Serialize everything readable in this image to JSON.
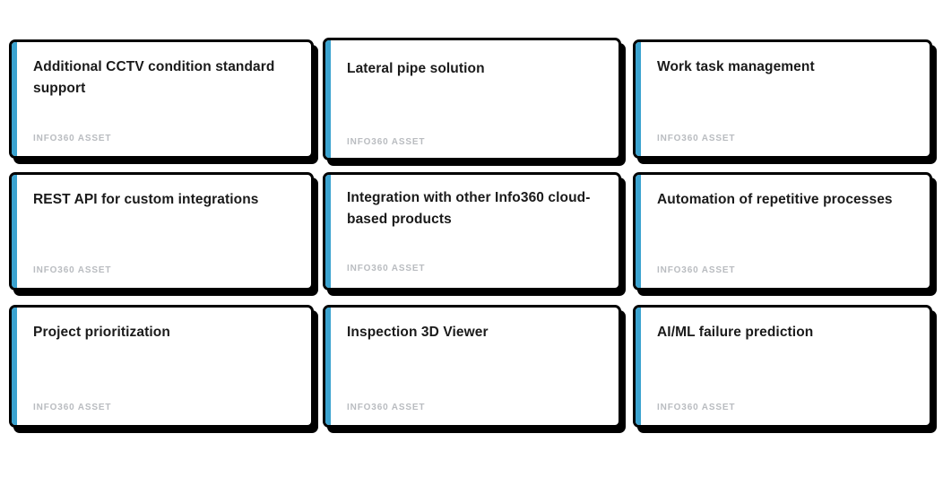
{
  "board": {
    "background_color": "#ffffff",
    "accent_color": "#3ba3d0",
    "border_color": "#000000",
    "title_color": "#1a1a1a",
    "label_color": "#b9bcc0",
    "columns": 3,
    "rows": 3
  },
  "cards": [
    {
      "title": "Additional CCTV condition standard support",
      "label": "INFO360 ASSET",
      "column": 0,
      "row": 0
    },
    {
      "title": "Lateral pipe solution",
      "label": "INFO360 ASSET",
      "column": 1,
      "row": 0
    },
    {
      "title": "Work task management",
      "label": "INFO360 ASSET",
      "column": 2,
      "row": 0
    },
    {
      "title": "REST API for custom integrations",
      "label": "INFO360 ASSET",
      "column": 0,
      "row": 1
    },
    {
      "title": "Integration with other Info360 cloud-based products",
      "label": "INFO360 ASSET",
      "column": 1,
      "row": 1
    },
    {
      "title": "Automation of repetitive processes",
      "label": "INFO360 ASSET",
      "column": 2,
      "row": 1
    },
    {
      "title": "Project prioritization",
      "label": "INFO360 ASSET",
      "column": 0,
      "row": 2
    },
    {
      "title": "Inspection 3D Viewer",
      "label": "INFO360 ASSET",
      "column": 1,
      "row": 2
    },
    {
      "title": "AI/ML failure prediction",
      "label": "INFO360 ASSET",
      "column": 2,
      "row": 2
    }
  ]
}
